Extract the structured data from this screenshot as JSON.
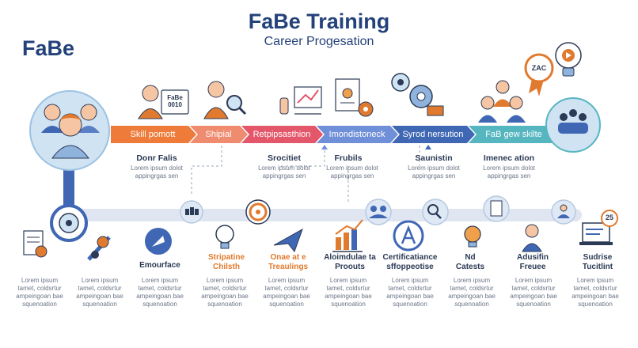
{
  "header": {
    "title": "FaBe Training",
    "subtitle": "Career Progesation",
    "brand": "FaBe"
  },
  "icons": {
    "doc_badge": "FaBe\n0010",
    "top_right_badge": "ZAC",
    "calendar_badge": "25"
  },
  "colors": {
    "orange": "#ee7b3a",
    "coral": "#ef8b6e",
    "red": "#e4576a",
    "blue": "#6f8fd8",
    "navy": "#3f67b4",
    "teal": "#56b6c0",
    "navy_text": "#24427a"
  },
  "stages": [
    {
      "label": "Skill pomott",
      "sub": "Donr Falis",
      "text": "Lorem ipsum dolot\nappingrgas sen"
    },
    {
      "label": "Shipial",
      "sub": "",
      "text": ""
    },
    {
      "label": "Retpipsasthion",
      "sub": "Srocitiet",
      "text": "Lorem ipsum dolot\nappingrgas sen"
    },
    {
      "label": "Imondistoneck",
      "sub": "Frubils",
      "text": "Lorem ipsum dolot\nappingrgas sen"
    },
    {
      "label": "Syrod nersution",
      "sub": "Saunistin",
      "text": "Lorem ipsum dolot\nappingrgas sen"
    },
    {
      "label": "FaB gew skilte",
      "sub": "Imenec ation",
      "text": "Lorem ipsum dolot\nappingrgas sen"
    }
  ],
  "items": [
    {
      "label": "",
      "text": "Lorem ipsum\ntamet, coldsrtur\nampeingoan bae\nsquenoation"
    },
    {
      "label": "",
      "text": "Lorem ipsum\ntamet, coldsrtur\nampeingoan bae\nsquenoation"
    },
    {
      "label": "Emourface",
      "text": "Lorem ipsum\ntamet, coldsrtur\nampeingoan bae\nsquenoation"
    },
    {
      "label": "Stripatine\nChilsth",
      "text": "Lorem ipsum\ntamet, coldsrtur\nampeingoan bae\nsquenoation"
    },
    {
      "label": "Onae at e\nTreaulings",
      "text": "Lorem ipsum\ntamet, coldsrtur\nampeingoan bae\nsquenoation"
    },
    {
      "label": "Aloimdulae ta\nProouts",
      "text": "Lorem ipsum\ntamet, coldsrtur\nampeingoan bae\nsquenoation"
    },
    {
      "label": "Certificatiance\nsffoppeotise",
      "text": "Lorem ipsum\ntamet, coldsrtur\nampeingoan bae\nsquenoation"
    },
    {
      "label": "Nd\nCatests",
      "text": "Lorem ipsum\ntamet, coldsrtur\nampeingoan bae\nsquenoation"
    },
    {
      "label": "Adusifin\nFreuee",
      "text": "Lorem ipsum\ntamet, coldsrtur\nampeingoan bae\nsquenoation"
    },
    {
      "label": "Sudrise\nTucitlint",
      "text": "Lorem ipsum\ntamet, coldsrtur\nampeingoan bae\nsquenoation"
    }
  ]
}
